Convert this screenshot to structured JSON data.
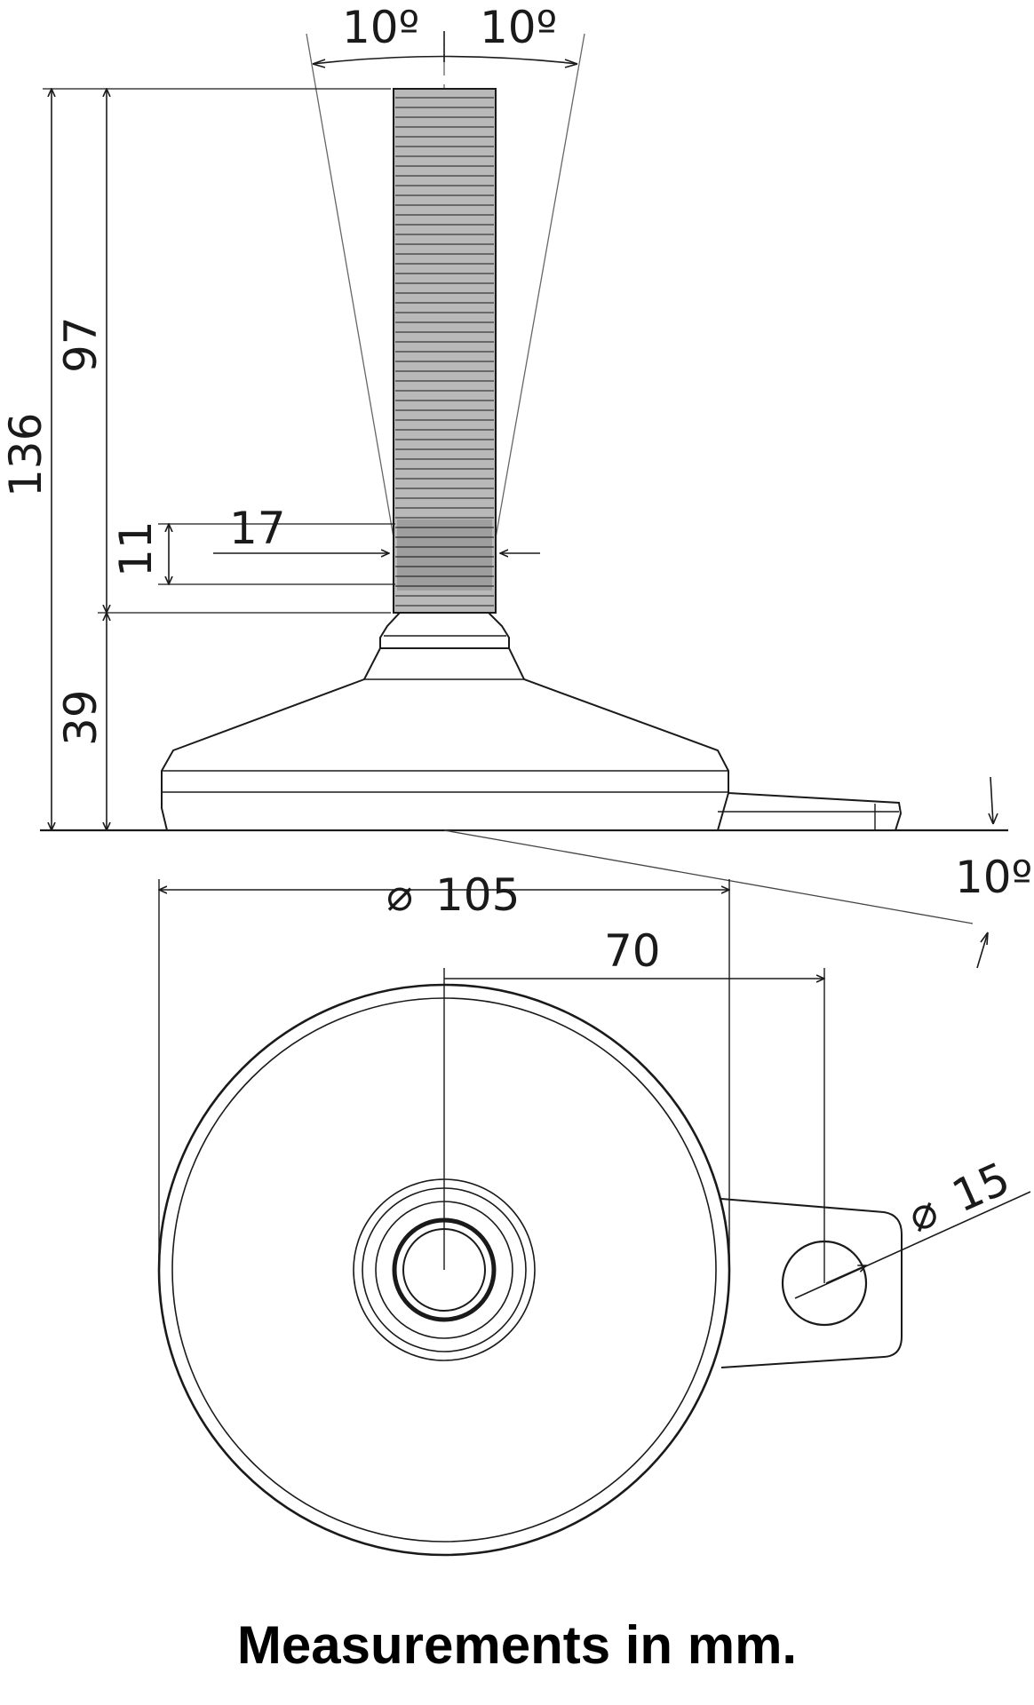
{
  "drawing": {
    "side_view": {
      "tilt_left_label": "10º",
      "tilt_right_label": "10º",
      "overall_height_label": "136",
      "stem_height_label": "97",
      "base_height_label": "39",
      "thread_diameter_label": "17",
      "thread_length_label": "11",
      "base_tilt_label": "10º"
    },
    "top_view": {
      "base_diameter_label": "105",
      "hole_offset_label": "70",
      "hole_diameter_label": "15",
      "diameter_symbol": "⌀"
    }
  },
  "caption": "Measurements in mm.",
  "colors": {
    "line": "#1a1a1a",
    "thread_fill": "#b9b9b9",
    "background": "#ffffff"
  }
}
